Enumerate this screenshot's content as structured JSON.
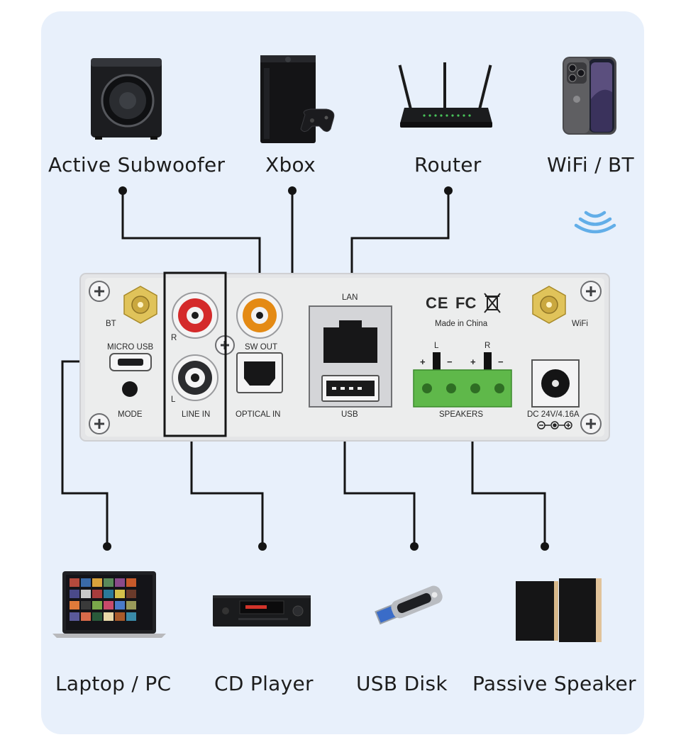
{
  "top_devices": [
    {
      "name": "Active Subwoofer",
      "icon": "subwoofer-icon"
    },
    {
      "name": "Xbox",
      "icon": "game-console-icon"
    },
    {
      "name": "Router",
      "icon": "router-icon"
    },
    {
      "name": "WiFi / BT",
      "icon": "smartphone-icon"
    }
  ],
  "bottom_devices": [
    {
      "name": "Laptop / PC",
      "icon": "laptop-icon"
    },
    {
      "name": "CD Player",
      "icon": "cd-player-icon"
    },
    {
      "name": "USB Disk",
      "icon": "usb-drive-icon"
    },
    {
      "name": "Passive Speaker",
      "icon": "speaker-icon"
    }
  ],
  "panel": {
    "bt": "BT",
    "wifi": "WiFi",
    "micro_usb": "MICRO USB",
    "mode": "MODE",
    "r": "R",
    "l": "L",
    "line_in": "LINE IN",
    "sw_out": "SW OUT",
    "optical_in": "OPTICAL IN",
    "lan": "LAN",
    "usb": "USB",
    "ce": "CE",
    "fc": "FC",
    "made_in": "Made in China",
    "spk_l": "L",
    "spk_r": "R",
    "plus": "+",
    "minus": "−",
    "speakers": "SPEAKERS",
    "dc": "DC 24V/4.16A"
  },
  "colors": {
    "background": "#e8f0fb",
    "panel": "#e9eaec",
    "rca_red": "#d42a2a",
    "rca_orange": "#e48a14",
    "terminal_green": "#5fb84a",
    "antenna_gold": "#d9b341",
    "wifi_blue": "#62aee8"
  }
}
